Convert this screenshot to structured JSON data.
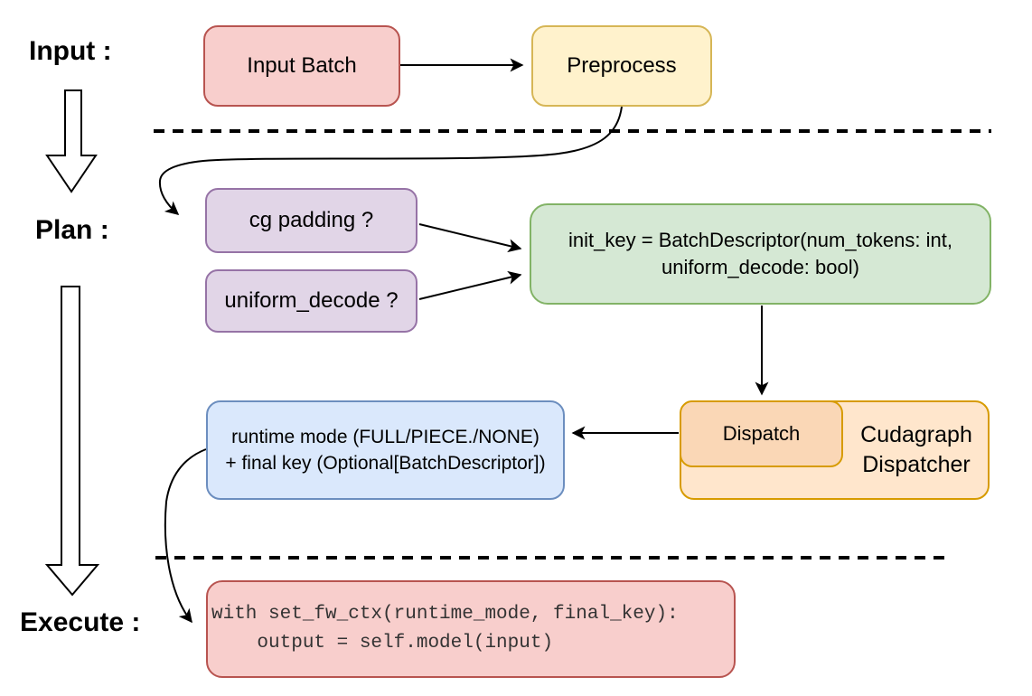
{
  "diagram": {
    "stages": {
      "input": "Input :",
      "plan": "Plan :",
      "execute": "Execute :"
    },
    "nodes": {
      "input_batch": {
        "label": "Input Batch"
      },
      "preprocess": {
        "label": "Preprocess"
      },
      "cg_padding": {
        "label": "cg padding ?"
      },
      "uniform_decode": {
        "label": "uniform_decode ?"
      },
      "init_key": {
        "line1": "init_key = BatchDescriptor(num_tokens: int,",
        "line2": "uniform_decode: bool)"
      },
      "dispatch": {
        "label": "Dispatch"
      },
      "cudagraph_dispatcher": {
        "line1": "Cudagraph",
        "line2": "Dispatcher"
      },
      "runtime_result": {
        "line1": "runtime mode (FULL/PIECE./NONE)",
        "line2": "+ final key (Optional[BatchDescriptor])"
      },
      "execute_code": {
        "line1": "with set_fw_ctx(runtime_mode, final_key):",
        "line2": "    output = self.model(input)"
      }
    },
    "colors": {
      "red_fill": "#f8cecc",
      "red_stroke": "#b85450",
      "yellow_fill": "#fff2cc",
      "yellow_stroke": "#d6b656",
      "purple_fill": "#e1d5e7",
      "purple_stroke": "#9673a6",
      "green_fill": "#d5e8d4",
      "green_stroke": "#82b366",
      "blue_fill": "#dae8fc",
      "blue_stroke": "#6c8ebf",
      "orange_outer_fill": "#ffe6cc",
      "orange_inner_fill": "#fad7b6",
      "orange_stroke": "#d79b00",
      "connector": "#000000"
    }
  }
}
